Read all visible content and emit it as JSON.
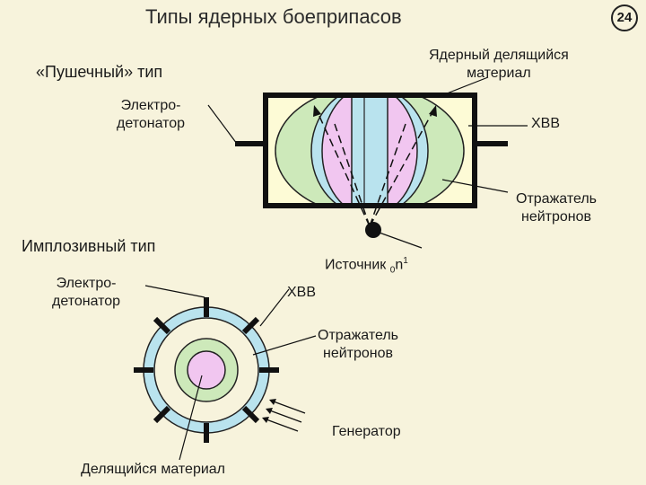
{
  "title": "Типы ядерных боеприпасов",
  "slide_number": "24",
  "gun_type": {
    "heading": "«Пушечный» тип",
    "detonator_line1": "Электро-",
    "detonator_line2": "детонатор",
    "fissile_line1": "Ядерный делящийся",
    "fissile_line2": "материал",
    "hvv": "ХВВ",
    "reflector_line1": "Отражатель",
    "reflector_line2": "нейтронов"
  },
  "source": {
    "label": "Источник",
    "sub": "0",
    "main": "n",
    "sup": "1"
  },
  "implosion_type": {
    "heading": "Имплозивный тип",
    "detonator_line1": "Электро-",
    "detonator_line2": "детонатор",
    "hvv": "ХВВ",
    "reflector_line1": "Отражатель",
    "reflector_line2": "нейтронов",
    "generator": "Генератор",
    "fissile": "Делящийся материал"
  },
  "colors": {
    "background": "#f7f3dc",
    "outer_fill": "#fdfbd6",
    "hvv_fill": "#cde9ba",
    "reflector_fill": "#b9e3ee",
    "fissile_fill": "#f1c6f0"
  }
}
